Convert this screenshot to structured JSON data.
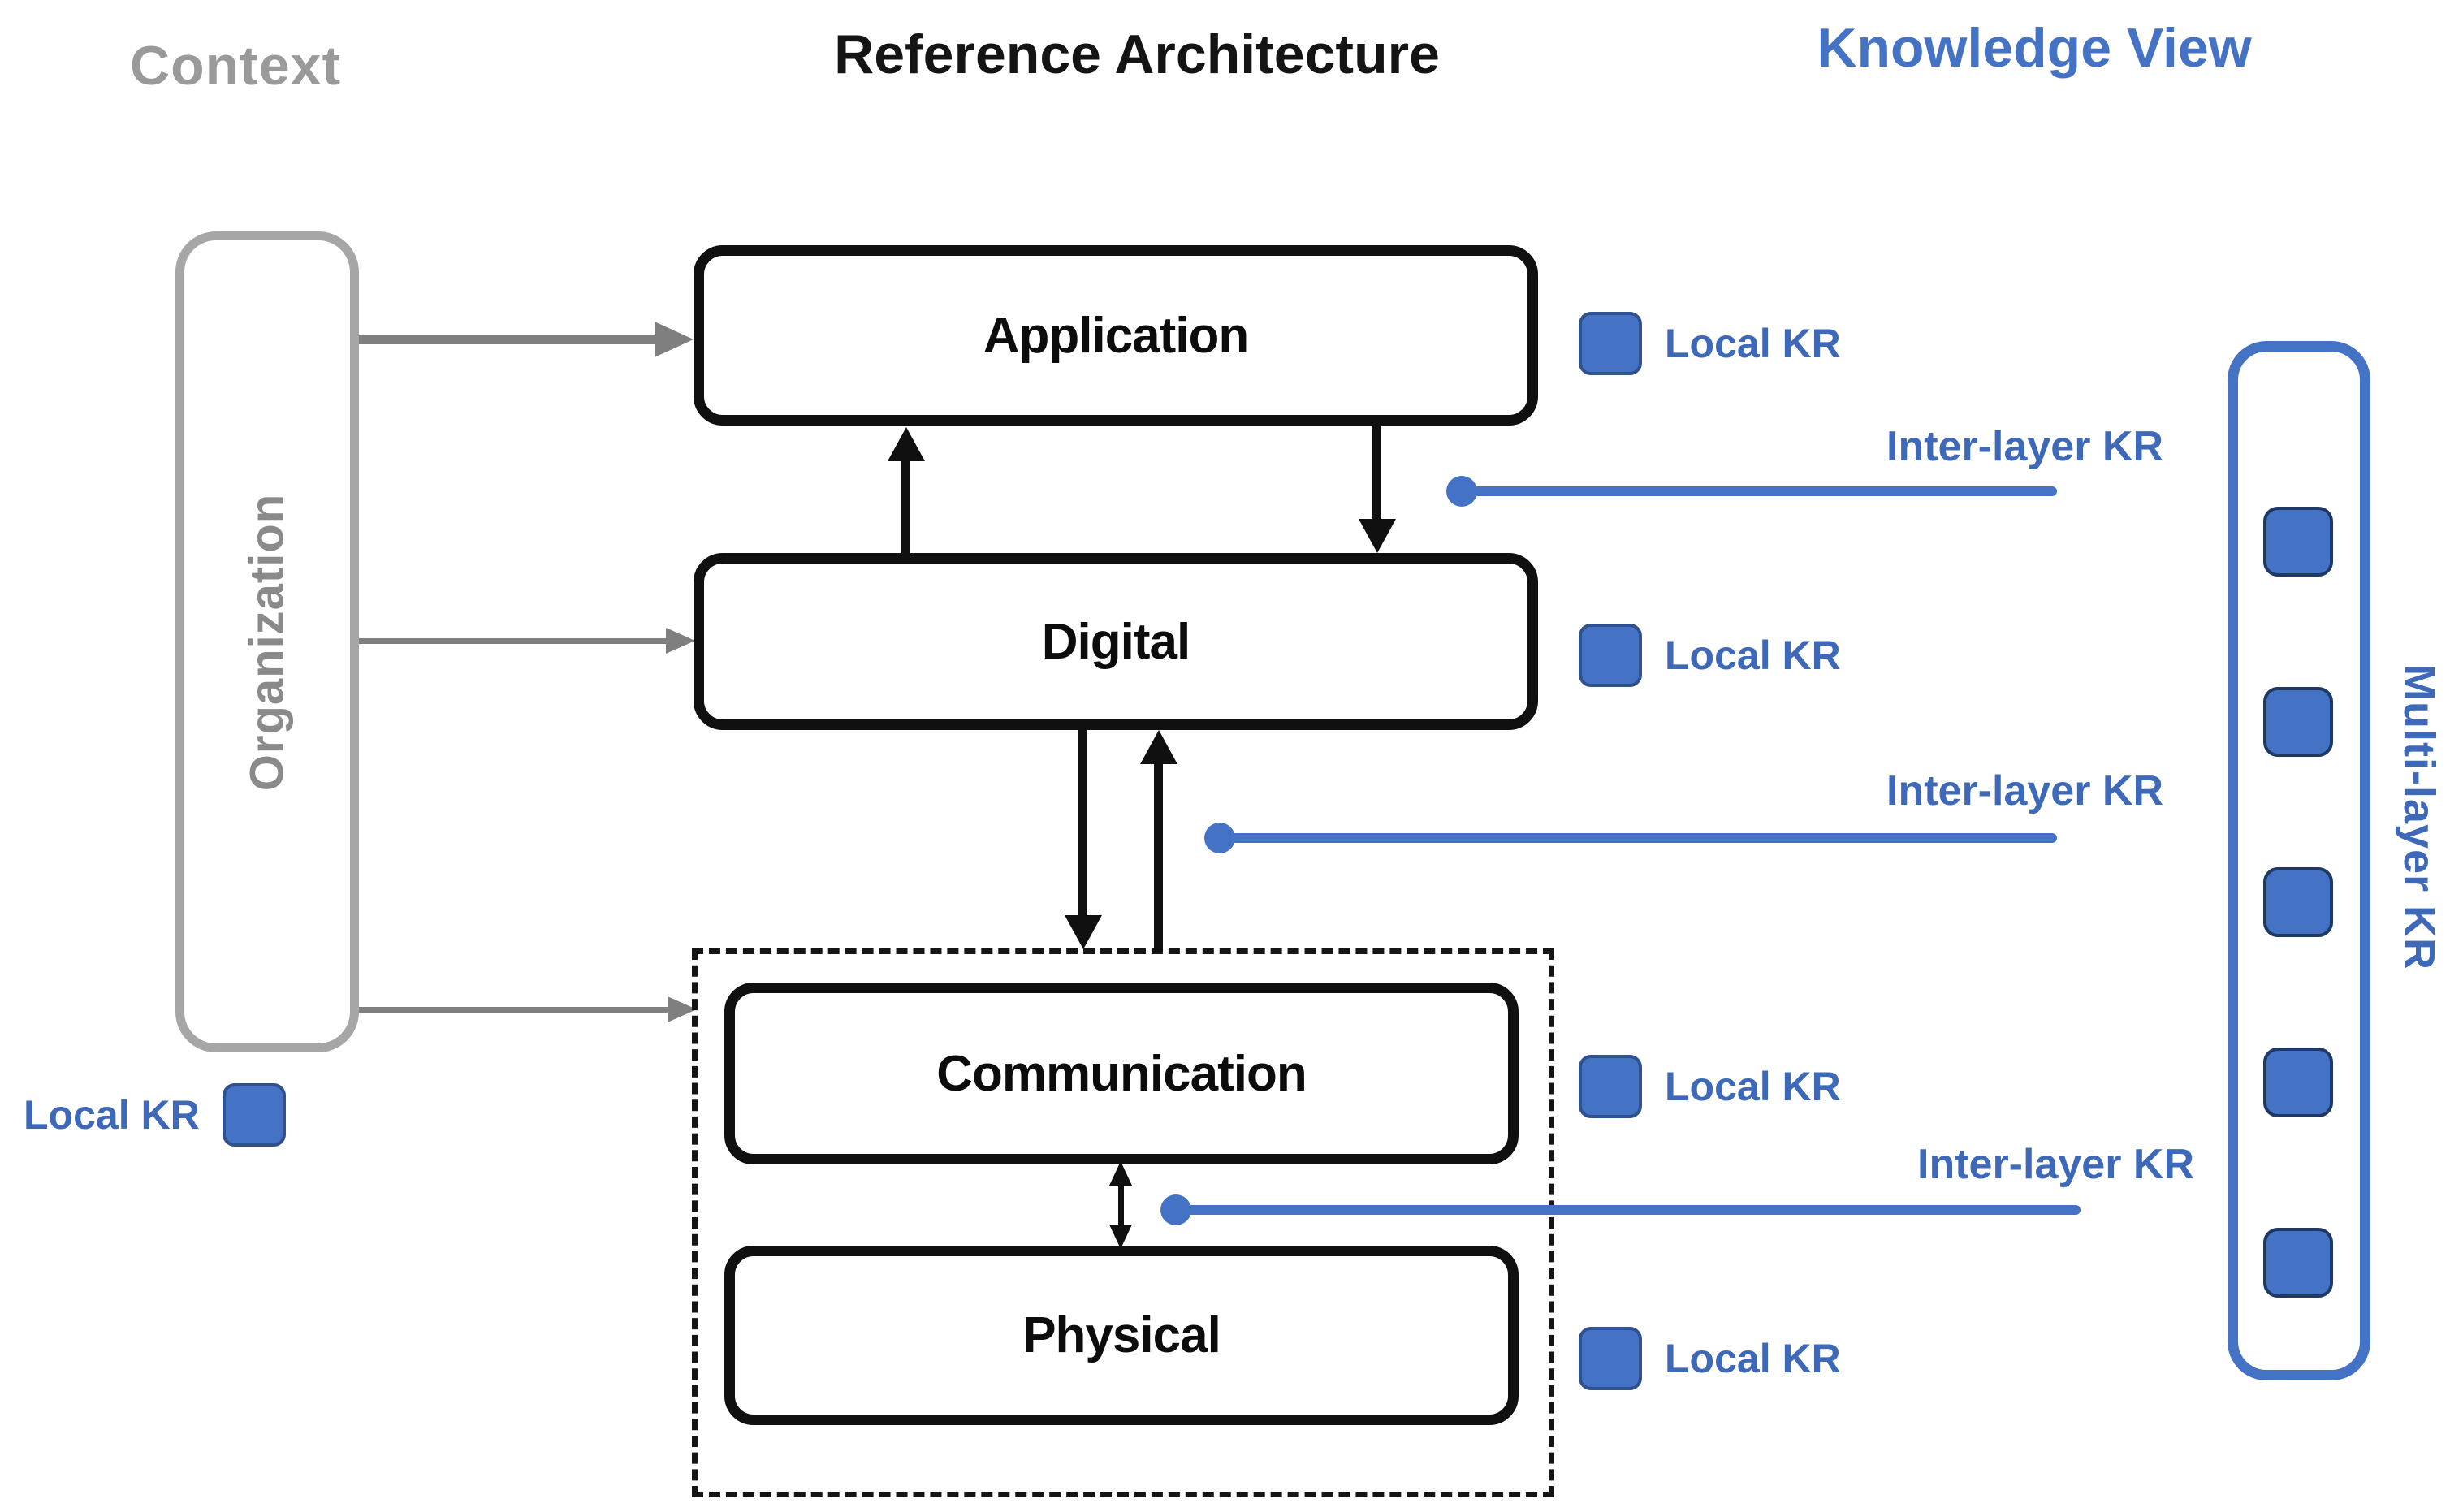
{
  "colors": {
    "blue": "#4472C4",
    "blue_dark": "#2F528F",
    "navy": "#1F3864",
    "blue_text": "#3E68B8",
    "gray": "#A6A6A6",
    "gray_text": "#9A9A9A",
    "arrow_gray": "#7F7F7F",
    "ink": "#101010"
  },
  "headers": {
    "context": "Context",
    "reference_architecture": "Reference Architecture",
    "knowledge_view": "Knowledge View"
  },
  "context": {
    "organization": "Organization",
    "local_kr": "Local KR"
  },
  "architecture": {
    "application": "Application",
    "digital": "Digital",
    "communication": "Communication",
    "physical": "Physical"
  },
  "knowledge": {
    "local_kr": [
      "Local KR",
      "Local KR",
      "Local KR",
      "Local KR"
    ],
    "inter_layer_kr": [
      "Inter-layer KR",
      "Inter-layer KR",
      "Inter-layer KR"
    ],
    "multi_layer_kr": "Multi-layer KR"
  }
}
